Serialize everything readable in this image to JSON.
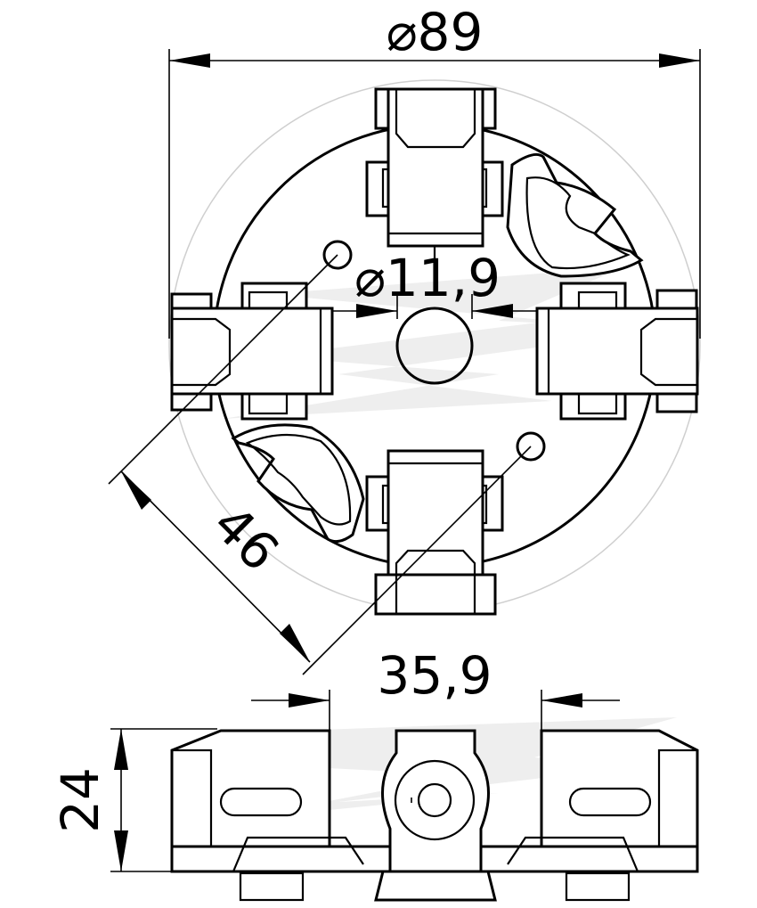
{
  "dimensions": {
    "outer_diameter": "89",
    "shaft_diameter": "11,9",
    "hole_spacing": "46",
    "body_width": "35,9",
    "height": "24"
  },
  "symbols": {
    "diameter": "⌀"
  }
}
